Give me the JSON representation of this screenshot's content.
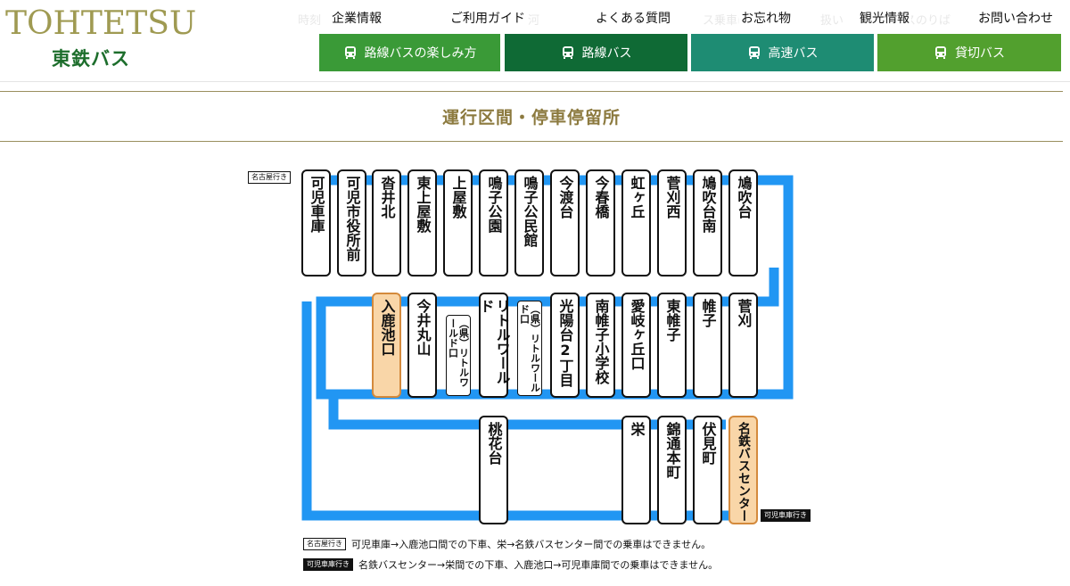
{
  "logo": {
    "word": "TOHTETSU",
    "jp": "東鉄バス"
  },
  "ghost_nav": [
    "時刻",
    "河",
    "ス乗車にあ",
    "扱い",
    "スのりば"
  ],
  "top_nav": [
    "企業情報",
    "ご利用ガイド",
    "よくある質問",
    "お忘れ物",
    "観光情報",
    "お問い合わせ"
  ],
  "category_nav": [
    {
      "label": "路線バスの楽しみ方",
      "color": "#3a9a37"
    },
    {
      "label": "路線バス",
      "color": "#0f6a35"
    },
    {
      "label": "高速バス",
      "color": "#1e8c73"
    },
    {
      "label": "貸切バス",
      "color": "#52a02e"
    }
  ],
  "page_title": "運行区間・停車停留所",
  "route": {
    "line_color": "#2196f3",
    "highlight_color": "#f9d6a8",
    "direction_nagoya": "名古屋行き",
    "direction_kani": "可児車庫行き",
    "row1": [
      "可児車庫",
      "可児市役所前",
      "沓井北",
      "東上屋敷",
      "上屋敷",
      "鳴子公園",
      "鳴子公民館",
      "今渡台",
      "今春橋",
      "虹ヶ丘",
      "菅刈西",
      "鳩吹台南",
      "鳩吹台"
    ],
    "row2": [
      "入鹿池口",
      "今井丸山",
      "（県）リトルワールド口",
      "リトルワールド",
      "（県）リトルワールド口",
      "光陽台2丁目",
      "南帷子小学校",
      "愛岐ヶ丘口",
      "東帷子",
      "帷子",
      "菅刈"
    ],
    "row3": [
      "桃花台",
      "栄",
      "錦通本町",
      "伏見町",
      "名鉄バスセンター"
    ],
    "notes": [
      {
        "tag": "名古屋行き",
        "text": "可児車庫→入鹿池口間での下車、栄→名鉄バスセンター間での乗車はできません。"
      },
      {
        "tag": "可児車庫行き",
        "text": "名鉄バスセンター→栄間での下車、入鹿池口→可児車庫間での乗車はできません。"
      }
    ]
  }
}
